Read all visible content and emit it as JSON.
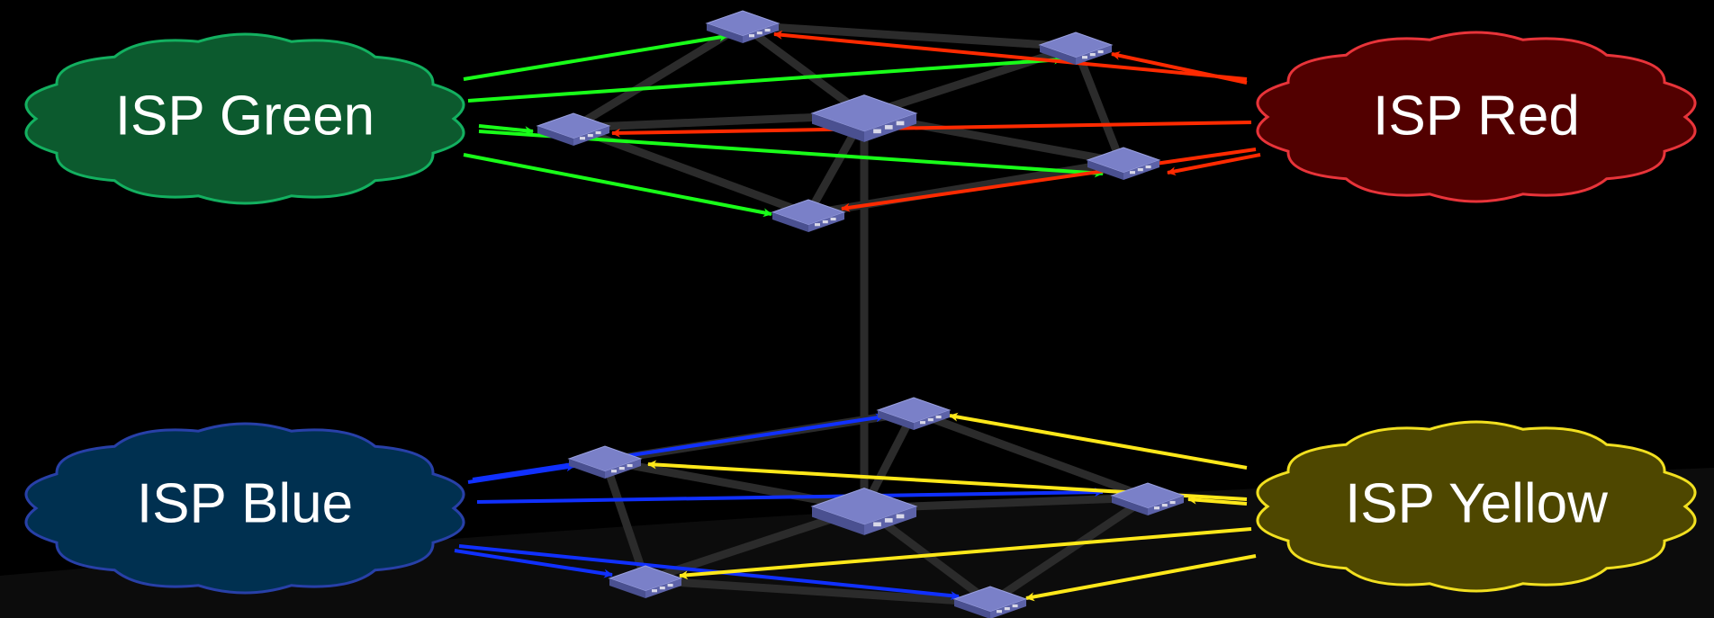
{
  "colors": {
    "background": "#000000",
    "backbone_link": "#2b2b2b",
    "switch_top": "#7a80c8",
    "switch_front": "#5c62a8",
    "switch_side": "#4a5090",
    "green_arrow": "#19ff19",
    "red_arrow": "#ff2a00",
    "blue_arrow": "#1030ff",
    "yellow_arrow": "#ffe81a"
  },
  "clouds": [
    {
      "id": "green",
      "label": "ISP Green",
      "fill": "#0c5a2e",
      "stroke": "#13b060"
    },
    {
      "id": "red",
      "label": "ISP Red",
      "fill": "#520000",
      "stroke": "#e8343a"
    },
    {
      "id": "blue",
      "label": "ISP Blue",
      "fill": "#003050",
      "stroke": "#2840a8"
    },
    {
      "id": "yellow",
      "label": "ISP Yellow",
      "fill": "#4e4700",
      "stroke": "#f2e020"
    }
  ],
  "icons": {
    "router": "router-icon",
    "core_switch": "core-switch-icon"
  }
}
